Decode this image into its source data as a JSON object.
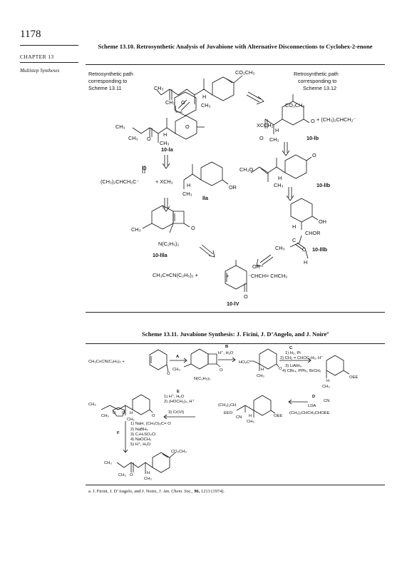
{
  "page": {
    "number": "1178",
    "chapter": "CHAPTER 13",
    "section": "Multistep Syntheses"
  },
  "scheme1": {
    "caption": "Scheme 13.10. Retrosynthetic Analysis of Juvabione with Alternative Disconnections to Cyclohex-2-enone",
    "path_left": [
      "Retrosynthetic path",
      "corresponding to",
      "Scheme 13.11"
    ],
    "path_right": [
      "Retrosynthetic path",
      "corresponding to",
      "Scheme 13.12"
    ],
    "labels": {
      "top_co2ch3": "CO₂CH₃",
      "ch3": "CH₃",
      "o": "O",
      "h": "H",
      "or": "OR",
      "oh": "OH",
      "c": "C",
      "cn10la": "10-la",
      "cn10lb": "10-lb",
      "lla": "lla",
      "cn10llb": "10-llb",
      "cn10llla": "10-llla",
      "cn10lllb": "10-lllb",
      "cn10lv": "10-lV",
      "isobutyl_acyl_anion": "(CH₃)₂CHCH₂C⁻",
      "plus_xch2": "+  XCH₂",
      "xcch2": "XCCH₂",
      "isobutyl_anion": "+ (CH₃)₂CHCH₂⁻",
      "ch3o": "CH₃O",
      "chor": "CHOR",
      "net2": "N(C₂H₅)₂",
      "ynamine_plus": "CH₃C≡CN(C₂H₅)₂ +",
      "plus": "+",
      "vinyl_anion": "⁻CHCH= CHCH₃"
    }
  },
  "scheme2": {
    "caption": "Scheme 13.11. Juvabione Synthesis: J. Ficini, J. D’Angelo, and J. Noireª",
    "step_a": "A",
    "step_b": "B",
    "step_b_reagent": "H⁺, H₂O",
    "step_c": "C",
    "step_c_reagents": [
      "1) H₂, Pt",
      "2) CH₂ = CHOC₂H₅, H⁺"
    ],
    "step_c_reagents_lower": [
      "3) LiAlH₄",
      "4) CBr₄, PPh₃"
    ],
    "step_d": "D",
    "step_d_reagent": "LDA",
    "step_e": "E",
    "step_e_reagents": [
      "1) H⁺, H₂O",
      "2) (HOCH₂)₂, H⁺",
      "3) Cr(VI)"
    ],
    "step_f": "F",
    "step_f_reagents": [
      "1) NaH, (CH₃O)₂C= O",
      "2) NaBH₄",
      "3) C₇H₇SO₂Cl",
      "4) NaOCH₃",
      "5) H⁺, H₂O"
    ],
    "ynamine": "CH₃C≡CN(C₂H₅)₂ +",
    "ho2c": "HO₂C",
    "brch2": "BrCH₂",
    "oee": "OEE",
    "cn": "CN",
    "cyanohydrin": "(CH₃)₂CHCH₂CHOEE",
    "isopropyl_ch": "(CH₃)₂CH",
    "eeo": "EEO",
    "co2ch3": "CO₂CH₃",
    "ch3": "CH₃",
    "o": "O",
    "h": "H",
    "net2": "N(C₂H₅)₂",
    "footnote_plain": "a. J. Ficini, J. D’Angelo, and J. Noire,",
    "footnote_journal": "J. Am. Chem. Soc.,",
    "footnote_volume": "96,",
    "footnote_pages": "1213 (1974)."
  }
}
